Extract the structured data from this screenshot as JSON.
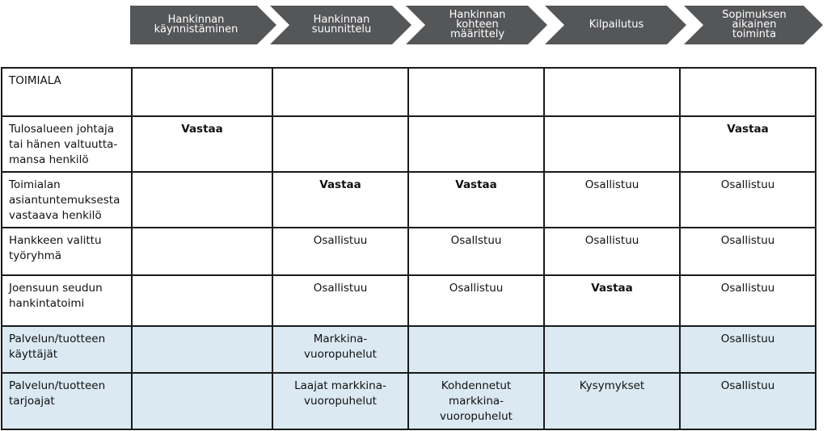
{
  "phases": [
    "Hankinnan\nkäynnistäminen",
    "Hankinnan\nsuunnittelu",
    "Hankinnan\nkohteen\nmäärittely",
    "Kilpailutus",
    "Sopimuksen\naikainen\ntoiminta"
  ],
  "table": {
    "rows": [
      {
        "role": "TOIMIALA",
        "cells": [
          "",
          "",
          "",
          "",
          ""
        ]
      },
      {
        "role": "Tulosalueen johtaja\ntai hänen valtuutta-\nmansa henkilö",
        "cells": [
          "Vastaa",
          "",
          "",
          "",
          "Vastaa"
        ]
      },
      {
        "role": "Toimialan\nasiantuntemuksesta\nvastaava henkilö",
        "cells": [
          "",
          "Vastaa",
          "Vastaa",
          "Osallistuu",
          "Osallistuu"
        ]
      },
      {
        "role": "Hankkeen valittu\ntyöryhmä",
        "cells": [
          "",
          "Osallistuu",
          "Osallstuu",
          "Osallistuu",
          "Osallistuu"
        ]
      },
      {
        "role": "Joensuun seudun\nhankintatoimi",
        "cells": [
          "",
          "Osallistuu",
          "Osallistuu",
          "Vastaa",
          "Osallistuu"
        ]
      },
      {
        "role": "Palvelun/tuotteen\nkäyttäjät",
        "cells": [
          "",
          "Markkina-\nvuoropuhelut",
          "",
          "",
          "Osallistuu"
        ]
      },
      {
        "role": "Palvelun/tuotteen\ntarjoajat",
        "cells": [
          "",
          "Laajat markkina-\nvuoropuhelut",
          "Kohdennetut\nmarkkina-\nvuoropuhelut",
          "Kysymykset",
          "Osallistuu"
        ]
      }
    ]
  },
  "colors": {
    "arrow": "#555658",
    "shaded_row": "#dae9f2",
    "border": "#1a1a1a"
  }
}
